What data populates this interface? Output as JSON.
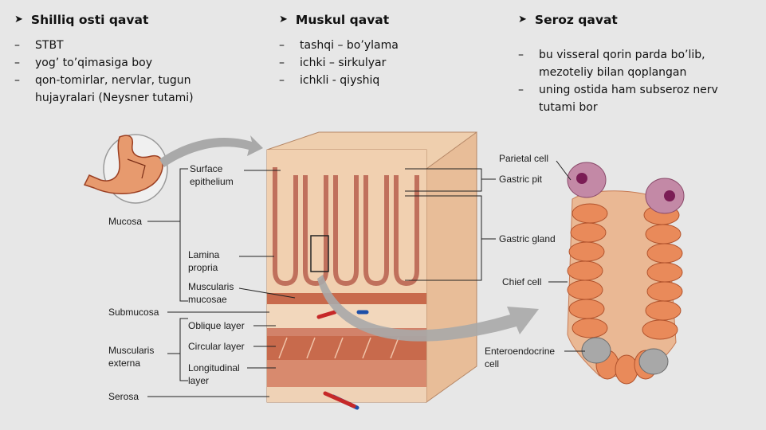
{
  "sections": [
    {
      "title": "Shilliq osti qavat",
      "items": [
        "STBT",
        "yog’ to’qimasiga boy",
        "qon-tomirlar, nervlar, tugun hujayralari (Neysner tutami)"
      ]
    },
    {
      "title": "Muskul qavat",
      "items": [
        "tashqi – bo’ylama",
        "ichki – sirkulyar",
        "ichkli - qiyshiq"
      ]
    },
    {
      "title": "Seroz qavat",
      "items": [
        "bu visseral qorin parda bo’lib, mezoteliy bilan qoplangan",
        "uning ostida ham subseroz nerv tutami bor"
      ]
    }
  ],
  "markers": {
    "bullet": "➤",
    "dash": "–"
  },
  "figure": {
    "left_labels": {
      "mucosa": "Mucosa",
      "submucosa": "Submucosa",
      "muscularis_externa": "Muscularis externa",
      "serosa": "Serosa"
    },
    "inner_labels": {
      "surface_epithelium": "Surface epithelium",
      "lamina_propria": "Lamina propria",
      "muscularis_mucosae": "Muscularis mucosae",
      "oblique_layer": "Oblique layer",
      "circular_layer": "Circular layer",
      "longitudinal_layer": "Longitudinal layer"
    },
    "right_labels": {
      "parietal_cell": "Parietal cell",
      "gastric_pit": "Gastric pit",
      "gastric_gland": "Gastric gland",
      "chief_cell": "Chief cell",
      "enteroendocrine_cell": "Enteroendocrine cell"
    }
  },
  "colors": {
    "background": "#e7e7e7",
    "tissue": "#e8b48a",
    "muscle": "#c86a4c",
    "gland_cell": "#e98a5a",
    "parietal": "#b0708c",
    "arrow": "#a9a9a9"
  }
}
